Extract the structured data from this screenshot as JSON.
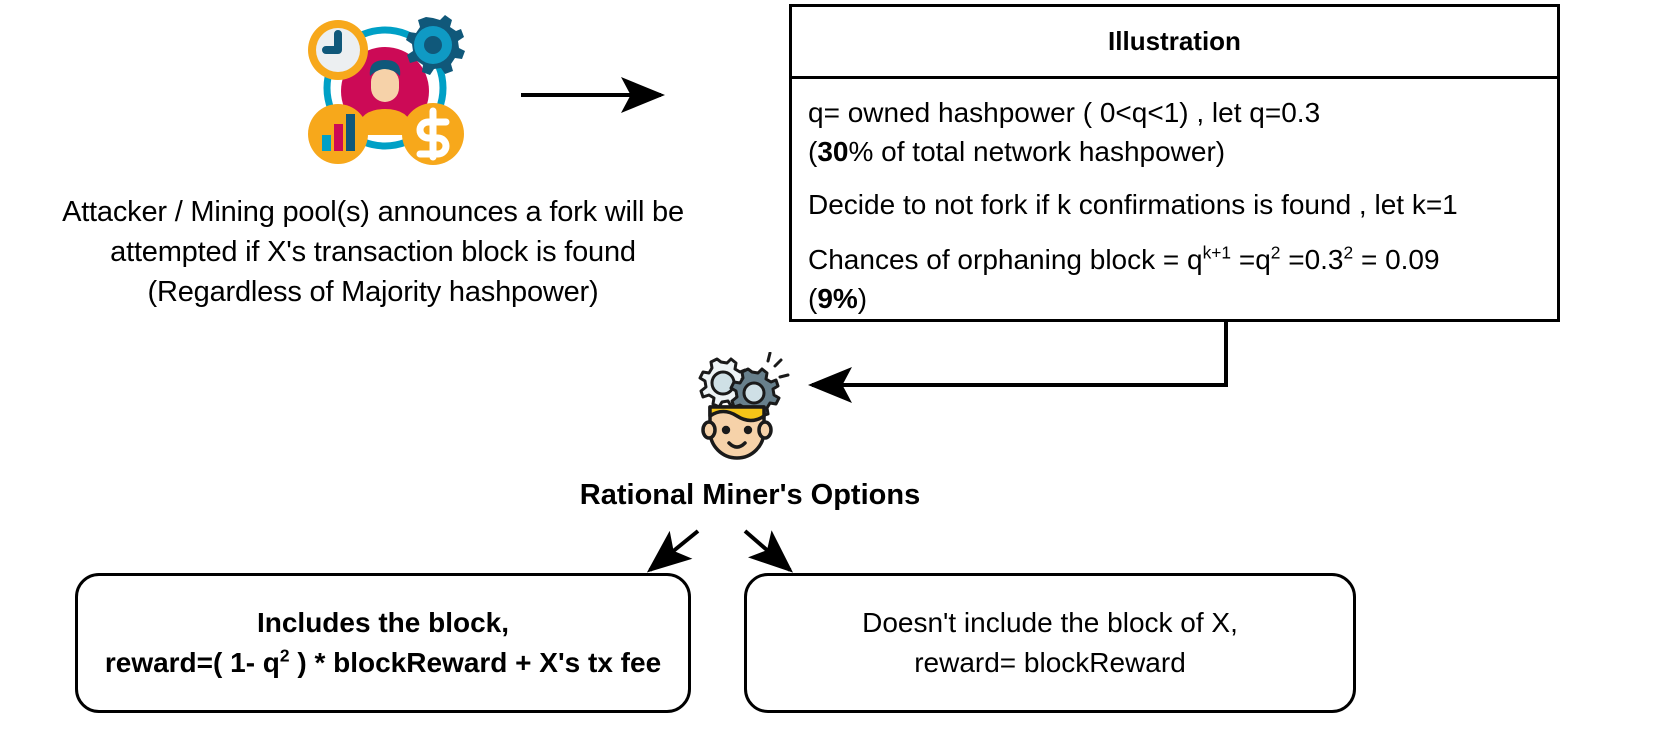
{
  "diagram": {
    "title": "Rational miner fork-attack decision flow",
    "colors": {
      "stroke": "#000000",
      "icon_yellow": "#f7a81b",
      "icon_yellow_light": "#fbbf24",
      "icon_magenta": "#cc0a56",
      "icon_teal": "#00a0c6",
      "icon_navy": "#104f6e",
      "icon_skin": "#f6d2a9",
      "icon_gear_gray": "#68808c",
      "icon_gear_light": "#dce8ec",
      "icon_hair_yellow": "#f5c518",
      "background": "#ffffff"
    }
  },
  "attacker": {
    "icon_name": "attacker-mining-pool-icon",
    "caption_lines": [
      "Attacker / Mining pool(s) announces a fork will be",
      "attempted if X's transaction block is found",
      "(Regardless of Majority hashpower)"
    ],
    "sub_icons": [
      "clock-icon",
      "gear-icon",
      "bar-chart-icon",
      "dollar-icon",
      "user-avatar-icon"
    ]
  },
  "illustration": {
    "header": "Illustration",
    "paragraph1_line1": "q= owned hashpower ( 0<q<1) , let q=0.3",
    "paragraph1_line2_prefix": "(",
    "paragraph1_line2_bold": "30",
    "paragraph1_line2_suffix": "% of total network hashpower)",
    "paragraph2": "Decide to not fork if k confirmations is found , let k=1",
    "paragraph3_prefix": "Chances of orphaning block = q",
    "paragraph3_sup1": "k+1",
    "paragraph3_mid1": " =q",
    "paragraph3_sup2": "2",
    "paragraph3_mid2": " =0.3",
    "paragraph3_sup3": "2",
    "paragraph3_tail": " = 0.09",
    "paragraph3_line2_open": "(",
    "paragraph3_line2_bold": "9%",
    "paragraph3_line2_close": ")"
  },
  "miner": {
    "icon_name": "miner-thinking-gears-icon",
    "label": "Rational Miner's Options"
  },
  "options": {
    "include": {
      "line1": "Includes the block,",
      "line2_prefix": "reward=( 1- q",
      "line2_sup": "2",
      "line2_suffix": " ) * blockReward + X's tx fee"
    },
    "exclude": {
      "line1": "Doesn't include the block of X,",
      "line2": "reward= blockReward"
    }
  },
  "arrows": {
    "attacker_to_illustration": "arrow-right",
    "illustration_to_miner": "arrow-elbow-left",
    "miner_to_include": "arrow-down-left",
    "miner_to_exclude": "arrow-down-right"
  }
}
